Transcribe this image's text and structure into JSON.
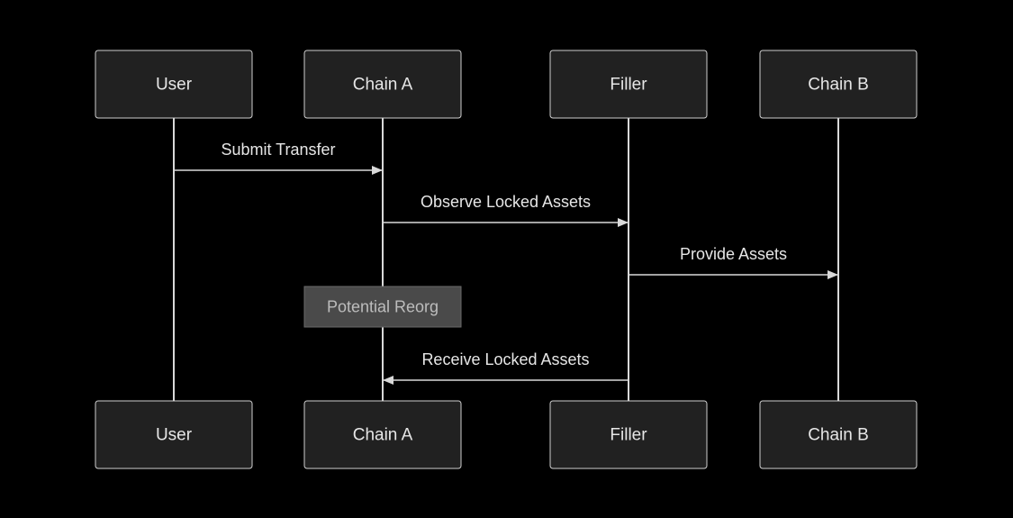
{
  "diagram": {
    "actors": [
      "User",
      "Chain A",
      "Filler",
      "Chain B"
    ],
    "messages": [
      {
        "from": 0,
        "to": 1,
        "label": "Submit Transfer"
      },
      {
        "from": 1,
        "to": 2,
        "label": "Observe Locked Assets"
      },
      {
        "from": 2,
        "to": 3,
        "label": "Provide Assets"
      },
      {
        "from": 2,
        "to": 1,
        "label": "Receive Locked Assets"
      }
    ],
    "note": {
      "over": 1,
      "label": "Potential Reorg"
    }
  },
  "colors": {
    "background": "#000000",
    "actor_fill": "#212121",
    "actor_border": "#cfcfcf",
    "line": "#d9d9d9",
    "note_fill": "#4a4a4a",
    "text": "#e6e6e6"
  }
}
